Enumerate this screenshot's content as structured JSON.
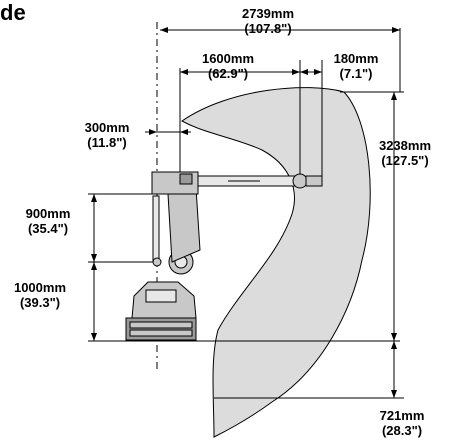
{
  "title": "de",
  "dimensions": {
    "reach_total": {
      "mm": "2739mm",
      "in": "(107.8\")"
    },
    "reach_arm": {
      "mm": "1600mm",
      "in": "(62.9\")"
    },
    "wrist_offset": {
      "mm": "180mm",
      "in": "(7.1\")"
    },
    "base_offset": {
      "mm": "300mm",
      "in": "(11.8\")"
    },
    "height_total": {
      "mm": "3238mm",
      "in": "(127.5\")"
    },
    "lower_arm": {
      "mm": "900mm",
      "in": "(35.4\")"
    },
    "base_height": {
      "mm": "1000mm",
      "in": "(39.3\")"
    },
    "below_floor": {
      "mm": "721mm",
      "in": "(28.3\")"
    }
  },
  "colors": {
    "envelope_fill": "#dcdcdc",
    "robot_fill": "#c8c8c8",
    "line": "#000000"
  }
}
